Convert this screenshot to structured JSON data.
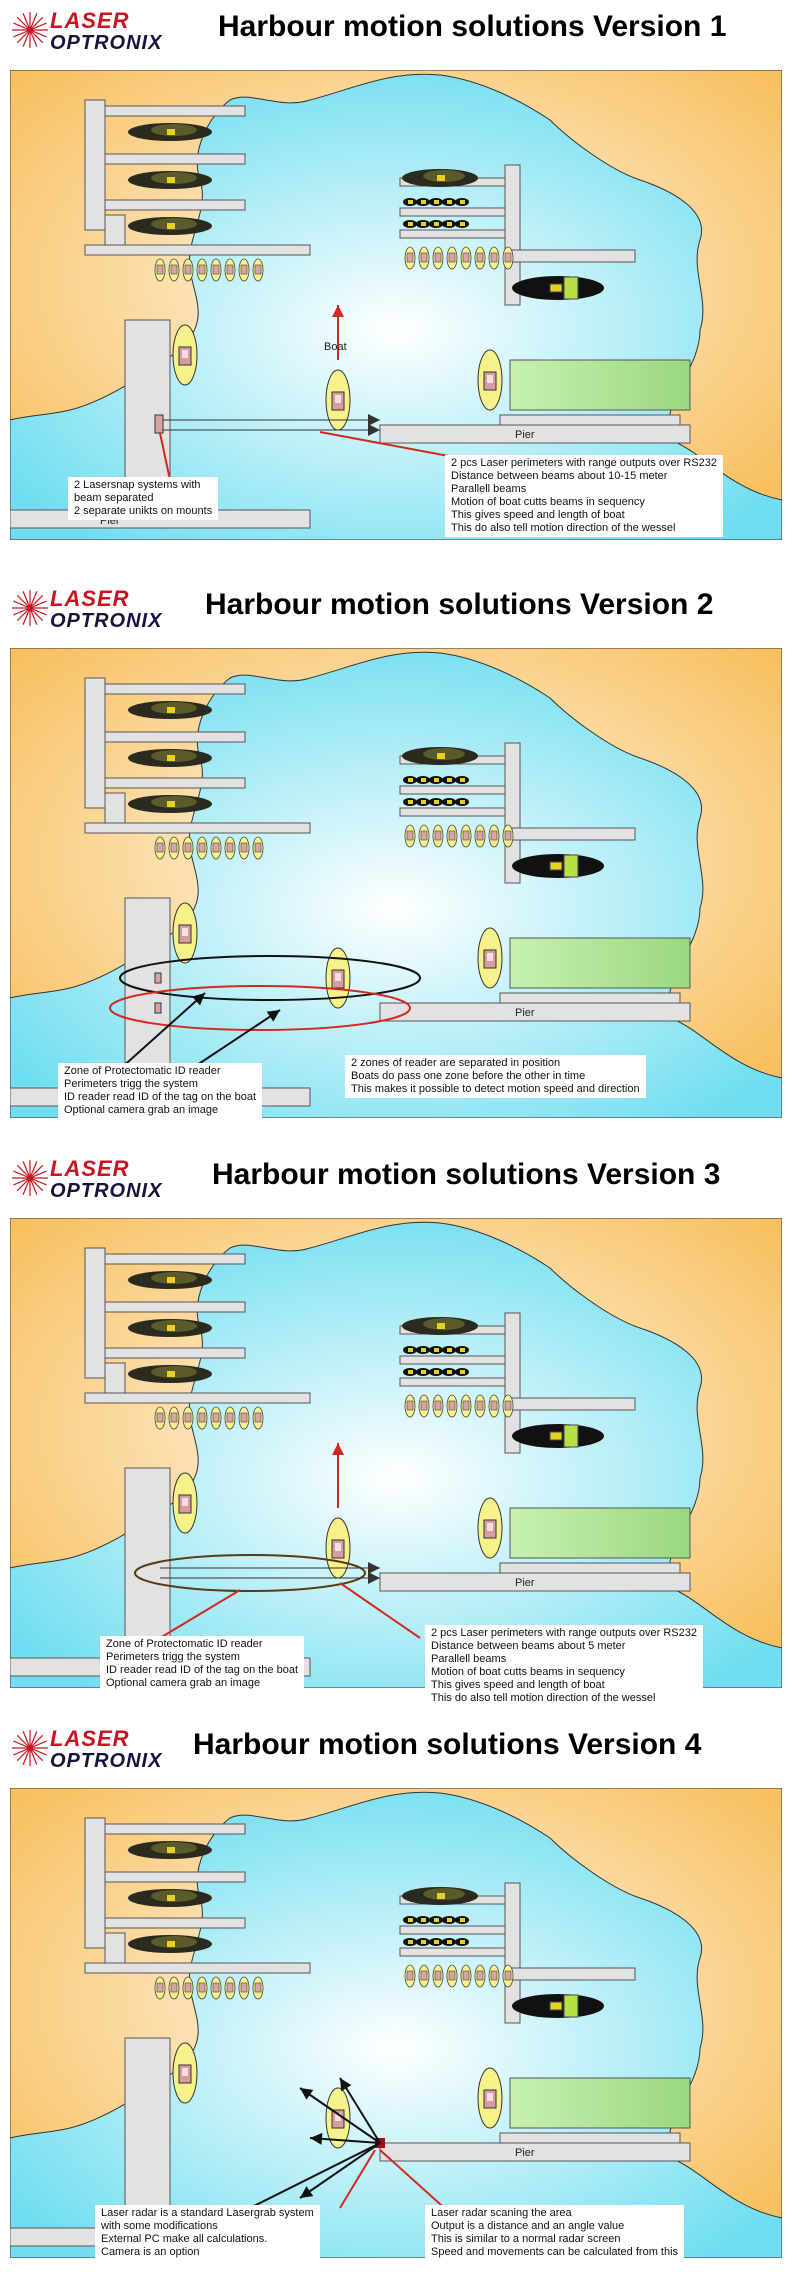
{
  "logo": {
    "line1": "LASER",
    "line2": "OPTRONIX"
  },
  "labels": {
    "pier": "Pier",
    "boat": "Boat"
  },
  "panels": [
    {
      "title": "Harbour motion solutions Version 1",
      "notes": [
        {
          "lines": [
            "2 Lasersnap systems with",
            "beam separated",
            "2 separate unikts on mounts"
          ]
        },
        {
          "lines": [
            "2 pcs Laser perimeters with range outputs over RS232",
            "Distance between beams about 10-15 meter",
            "Parallell beams",
            "Motion of boat cutts beams in sequency",
            "This gives speed and length of boat",
            "This do also tell motion direction of the wessel"
          ]
        }
      ]
    },
    {
      "title": "Harbour motion solutions Version 2",
      "notes": [
        {
          "lines": [
            "Zone of Protectomatic ID reader",
            "Perimeters trigg the system",
            "ID reader read ID of the tag on the boat",
            "Optional camera grab an image"
          ]
        },
        {
          "lines": [
            "2 zones of reader are separated in position",
            "Boats do pass one zone before the other in time",
            "This makes it possible to detect motion speed and direction"
          ]
        }
      ]
    },
    {
      "title": "Harbour motion solutions Version 3",
      "notes": [
        {
          "lines": [
            "Zone of Protectomatic ID reader",
            "Perimeters trigg the system",
            "ID reader read ID of the tag on the boat",
            "Optional camera grab an image"
          ]
        },
        {
          "lines": [
            "2 pcs Laser perimeters with range outputs over RS232",
            "Distance between beams about 5 meter",
            "Parallell beams",
            "Motion of boat cutts beams in sequency",
            "This gives speed and length of boat",
            "This do also tell motion direction of the wessel"
          ]
        }
      ]
    },
    {
      "title": "Harbour motion solutions Version 4",
      "notes": [
        {
          "lines": [
            "Laser radar is a standard Lasergrab system",
            "with some modifications",
            "External PC make all calculations.",
            "Camera is an option"
          ]
        },
        {
          "lines": [
            "Laser radar scaning the area",
            "Output is a distance and an angle value",
            "This is similar to a normal radar screen",
            "Speed and movements can be calculated from this"
          ]
        }
      ]
    }
  ]
}
